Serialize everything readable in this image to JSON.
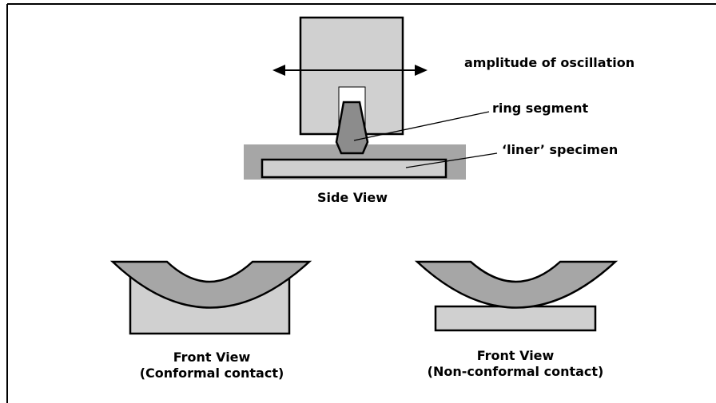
{
  "labels": {
    "amplitude": "amplitude of oscillation",
    "ring_segment": "ring segment",
    "liner_specimen": "‘liner’ specimen",
    "side_view": "Side View",
    "front_view_1": "Front View",
    "conformal_contact": "(Conformal contact)",
    "front_view_2": "Front View",
    "non_conformal_contact": "(Non-conformal contact)"
  },
  "colors": {
    "light_gray": "#d0d0d0",
    "medium_gray": "#a6a6a6",
    "dark_gray": "#8c8c8c",
    "outline": "#000000"
  }
}
